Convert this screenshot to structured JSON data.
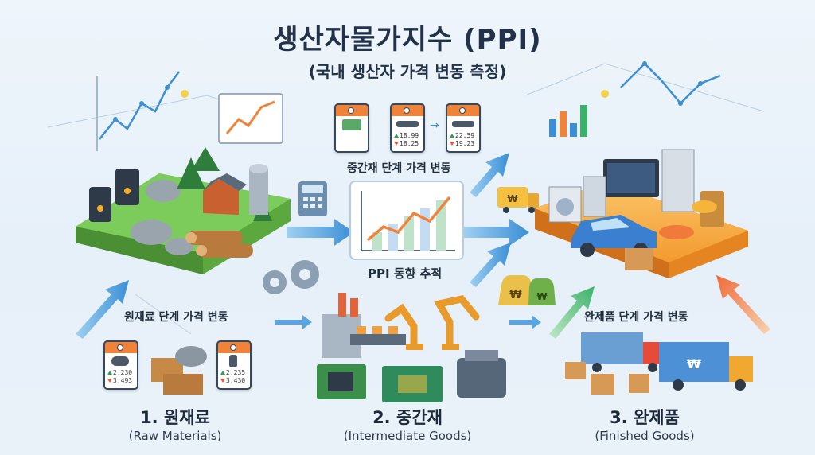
{
  "title": "생산자물가지수 (PPI)",
  "subtitle": "(국내 생산자 가격 변동 측정)",
  "stages": [
    {
      "label": "원재료 단계 가격 변동",
      "number_label": "1. 원재료",
      "english": "(Raw Materials)"
    },
    {
      "label": "중간재 단계 가격 변동",
      "number_label": "2. 중간재",
      "english": "(Intermediate Goods)"
    },
    {
      "label": "완제품 단계 가격 변동",
      "number_label": "3. 완제품",
      "english": "(Finished Goods)"
    }
  ],
  "center_label": "PPI 동향 추적",
  "price_tags": {
    "raw_left": [
      "2,230",
      "3,493"
    ],
    "raw_right": [
      "2,235",
      "3,430"
    ],
    "intermediate_left": [
      "18.99",
      "18.25"
    ],
    "intermediate_right": [
      "22.59",
      "19.23"
    ]
  },
  "currency_symbol": "₩",
  "colors": {
    "accent_orange": "#f0833a",
    "accent_blue": "#3a8fd6",
    "accent_green": "#3bb26a",
    "land_green": "#6fbf52",
    "platform_orange": "#f7a640"
  }
}
